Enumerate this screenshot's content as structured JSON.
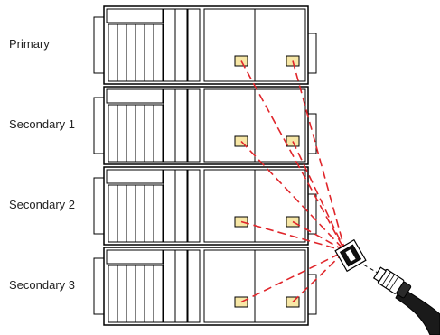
{
  "units": [
    {
      "label": "Primary"
    },
    {
      "label": "Secondary 1"
    },
    {
      "label": "Secondary 2"
    },
    {
      "label": "Secondary 3"
    }
  ],
  "colors": {
    "cable": "#e0262b",
    "port_fill": "#f7e7a6",
    "outline": "#000000",
    "chassis_fill": "#ffffff",
    "cord": "#1a1a1a"
  },
  "icons": {
    "connector": "power-connector-icon",
    "plug": "power-plug-icon"
  }
}
